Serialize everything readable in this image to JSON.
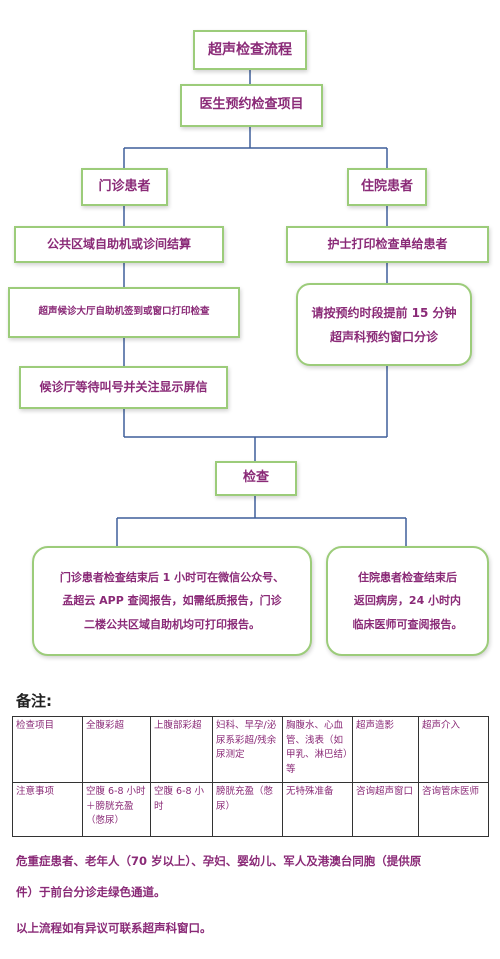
{
  "flow": {
    "title": "超声检查流程",
    "step_appointment": "医生预约检查项目",
    "outpatient": "门诊患者",
    "inpatient": "住院患者",
    "out_step1": "公共区域自助机或诊间结算",
    "out_step2": "超声候诊大厅自助机签到或窗口打印检查",
    "out_step3": "候诊厅等待叫号并关注显示屏信",
    "in_step1": "护士打印检查单给患者",
    "in_step2_line1": "请按预约时段提前 15 分钟",
    "in_step2_line2": "超声科预约窗口分诊",
    "exam": "检查",
    "out_result_line1": "门诊患者检查结束后 1 小时可在微信公众号、",
    "out_result_line2": "孟超云  APP 查阅报告，如需纸质报告，门诊",
    "out_result_line3": "二楼公共区域自助机均可打印报告。",
    "in_result_line1": "住院患者检查结束后",
    "in_result_line2": "返回病房，24 小时内",
    "in_result_line3": "临床医师可查阅报告。"
  },
  "remarks": {
    "title": "备注:",
    "table": {
      "header": [
        "检查项目",
        "全腹彩超",
        "上腹部彩超",
        "妇科、早孕/泌尿系彩超/残余尿测定",
        "胸腹水、心血管、浅表（如甲乳、淋巴结）等",
        "超声造影",
        "超声介入"
      ],
      "notes": [
        "注意事项",
        "空腹 6-8 小时＋膀胱充盈（憋尿）",
        "空腹 6-8 小时",
        "膀胱充盈（憋尿）",
        "无特殊准备",
        "咨询超声窗口",
        "咨询管床医师"
      ]
    },
    "line1": "危重症患者、老年人（70 岁以上）、孕妇、婴幼儿、军人及港澳台同胞（提供原",
    "line2": "件）于前台分诊走绿色通道。",
    "line3": "以上流程如有异议可联系超声科窗口。"
  },
  "colors": {
    "box_border": "#9ccc7a",
    "text": "#8a2a77",
    "connector": "#3f5f9a"
  }
}
